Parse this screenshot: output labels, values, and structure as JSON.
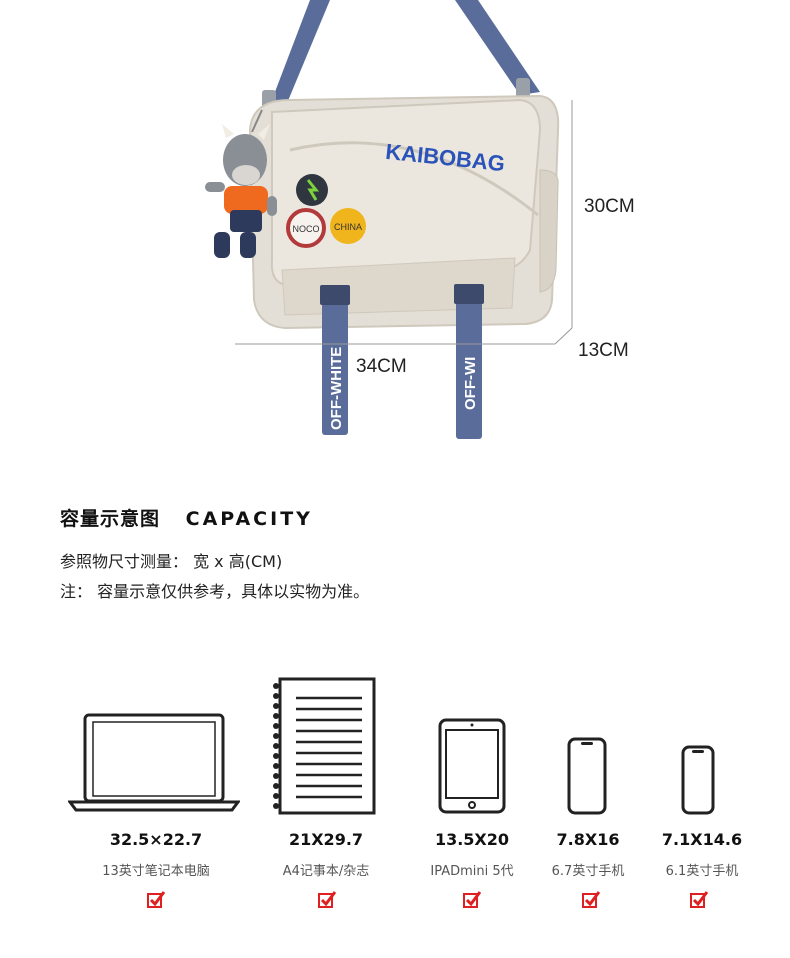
{
  "product": {
    "brand": "KAIBOBAG",
    "badge_left": "NOCO",
    "badge_right": "CHINA",
    "strap_text": "OFF-WHITE",
    "strap_text_short": "OFF-WI",
    "dims": {
      "height": "30CM",
      "depth": "13CM",
      "width": "34CM"
    },
    "colors": {
      "bag": "#e4dfd6",
      "strap": "#5a6d9a",
      "brand": "#2a52b8"
    }
  },
  "capacity": {
    "title_cn": "容量示意图",
    "title_en": "CAPACITY",
    "measure_note": "参照物尺寸测量： 宽 x 高(CM)",
    "disclaimer": "注： 容量示意仅供参考，具体以实物为准。"
  },
  "devices": [
    {
      "icon": "laptop-icon",
      "size": "32.5×22.7",
      "name": "13英寸笔记本电脑"
    },
    {
      "icon": "notebook-icon",
      "size": "21X29.7",
      "name": "A4记事本/杂志"
    },
    {
      "icon": "tablet-icon",
      "size": "13.5X20",
      "name": "IPADmini 5代"
    },
    {
      "icon": "phone-icon",
      "size": "7.8X16",
      "name": "6.7英寸手机"
    },
    {
      "icon": "phone-icon",
      "size": "7.1X14.6",
      "name": "6.1英寸手机"
    }
  ],
  "check_color": "#e02020"
}
